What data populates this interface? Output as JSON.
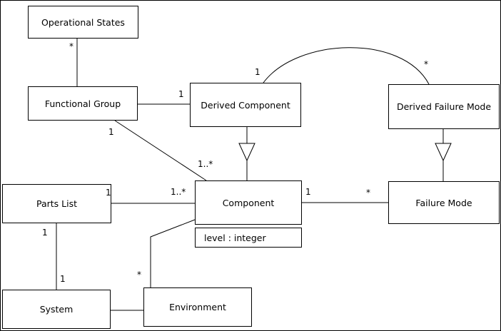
{
  "diagram": {
    "nodes": {
      "operational_states": {
        "label": "Operational States"
      },
      "functional_group": {
        "label": "Functional Group"
      },
      "derived_component": {
        "label": "Derived Component"
      },
      "derived_failure_mode": {
        "label": "Derived Failure Mode"
      },
      "parts_list": {
        "label": "Parts List"
      },
      "component": {
        "label": "Component",
        "attributes": [
          "level : integer"
        ]
      },
      "failure_mode": {
        "label": "Failure Mode"
      },
      "system": {
        "label": "System"
      },
      "environment": {
        "label": "Environment"
      }
    },
    "multiplicities": {
      "os_fg_star": "*",
      "fg_dc_1": "1",
      "dc_arc_1": "1",
      "dfm_arc_star": "*",
      "fg_comp_1": "1",
      "fg_comp_1many": "1..*",
      "pl_comp_1": "1",
      "pl_comp_1many": "1..*",
      "comp_fm_1": "1",
      "comp_fm_star": "*",
      "pl_sys_1a": "1",
      "pl_sys_1b": "1",
      "comp_env_star": "*"
    },
    "colors": {
      "line": "#000000",
      "node_fill": "#ffffff",
      "background": "#ffffff"
    }
  }
}
